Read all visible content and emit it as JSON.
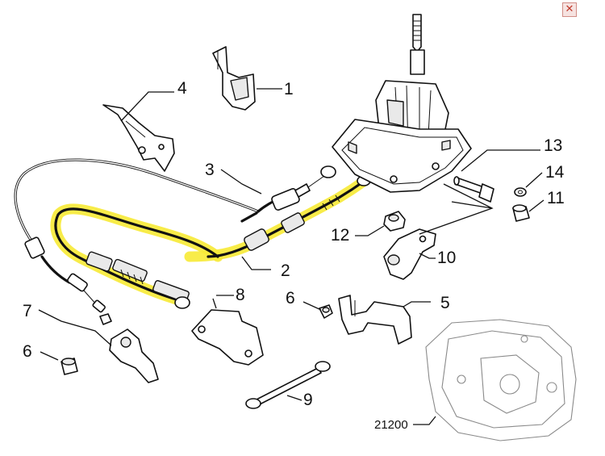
{
  "window": {
    "close_glyph": "✕",
    "close_icon": "close-icon"
  },
  "callouts": [
    {
      "id": "1",
      "text": "1"
    },
    {
      "id": "2",
      "text": "2"
    },
    {
      "id": "3",
      "text": "3"
    },
    {
      "id": "4",
      "text": "4"
    },
    {
      "id": "5",
      "text": "5"
    },
    {
      "id": "6a",
      "text": "6"
    },
    {
      "id": "6b",
      "text": "6"
    },
    {
      "id": "7",
      "text": "7"
    },
    {
      "id": "8",
      "text": "8"
    },
    {
      "id": "9",
      "text": "9"
    },
    {
      "id": "10",
      "text": "10"
    },
    {
      "id": "11",
      "text": "11"
    },
    {
      "id": "12",
      "text": "12"
    },
    {
      "id": "13",
      "text": "13"
    },
    {
      "id": "14",
      "text": "14"
    },
    {
      "id": "21200",
      "text": "21200"
    }
  ],
  "highlight": {
    "part": "2",
    "color": "#f7ea3a"
  }
}
